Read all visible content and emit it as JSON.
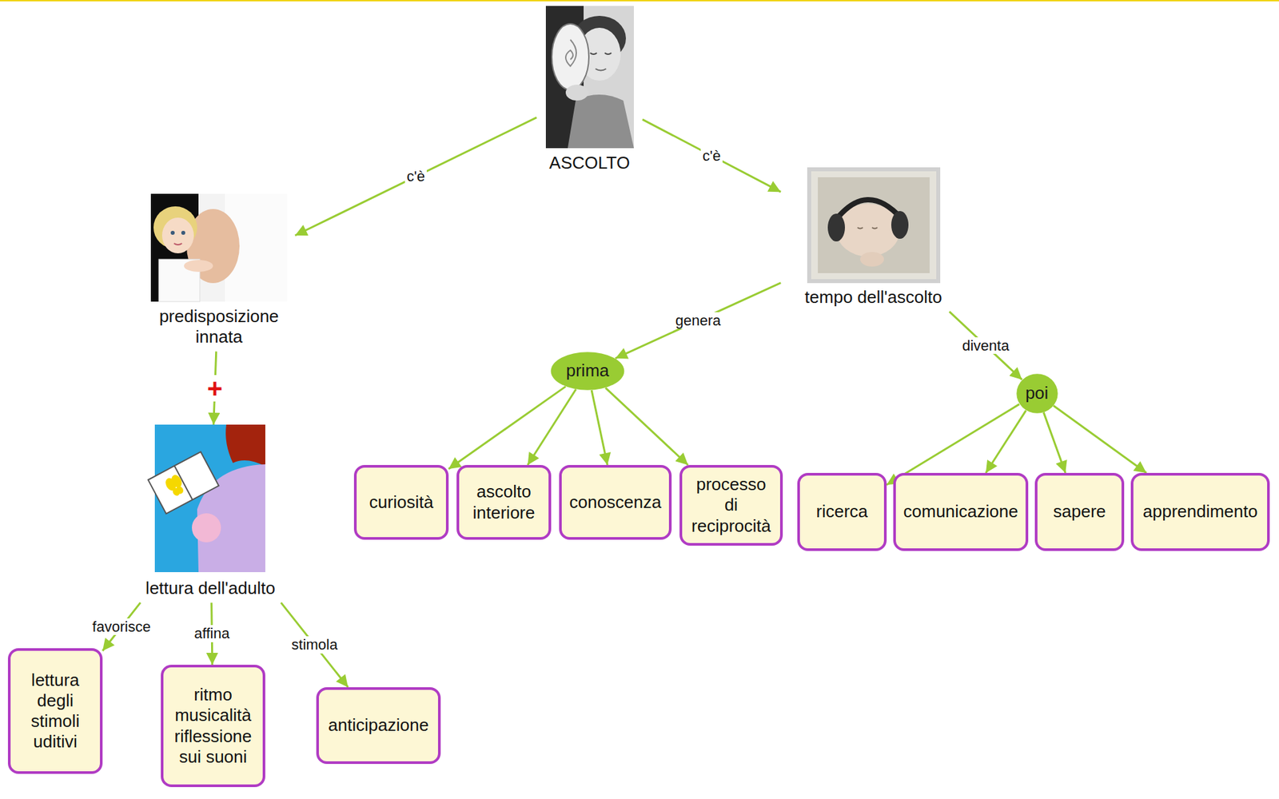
{
  "diagram": {
    "nodes": [
      {
        "text": [
          "ASCOLTO"
        ]
      },
      {
        "text": [
          "predisposizione innata"
        ]
      },
      {
        "text": [
          "tempo dell'ascolto"
        ]
      },
      {
        "text": [
          "lettura dell'adulto"
        ]
      },
      {
        "text": [
          "prima"
        ]
      },
      {
        "text": [
          "poi"
        ]
      },
      {
        "text": [
          "curiosità"
        ]
      },
      {
        "text": [
          "ascolto interiore"
        ]
      },
      {
        "text": [
          "conoscenza"
        ]
      },
      {
        "text": [
          "processo di reciprocità"
        ]
      },
      {
        "text": [
          "ricerca"
        ]
      },
      {
        "text": [
          "comunicazione"
        ]
      },
      {
        "text": [
          "sapere"
        ]
      },
      {
        "text": [
          "apprendimento"
        ]
      },
      {
        "text": [
          "lettura degli stimoli uditivi"
        ]
      },
      {
        "text": [
          "ritmo musicalità riflessione sui suoni"
        ]
      },
      {
        "text": [
          "anticipazione"
        ]
      }
    ],
    "edges": [
      {
        "from": 0,
        "to": 1,
        "label": "c'è",
        "arrow": "to"
      },
      {
        "from": 0,
        "to": 2,
        "label": "c'è",
        "arrow": "to"
      },
      {
        "from": 1,
        "to": 3,
        "label": "+",
        "arrow": "to"
      },
      {
        "from": 2,
        "to": 4,
        "label": "genera",
        "arrow": "to"
      },
      {
        "from": 2,
        "to": 5,
        "label": "diventa",
        "arrow": "to"
      },
      {
        "from": 4,
        "to": 6,
        "arrow": "to"
      },
      {
        "from": 4,
        "to": 7,
        "arrow": "to"
      },
      {
        "from": 4,
        "to": 8,
        "arrow": "to"
      },
      {
        "from": 4,
        "to": 9,
        "arrow": "to"
      },
      {
        "from": 5,
        "to": 10,
        "arrow": "to"
      },
      {
        "from": 5,
        "to": 11,
        "arrow": "to"
      },
      {
        "from": 5,
        "to": 12,
        "arrow": "to"
      },
      {
        "from": 5,
        "to": 13,
        "arrow": "to"
      },
      {
        "from": 3,
        "to": 14,
        "label": "favorisce",
        "arrow": "to"
      },
      {
        "from": 3,
        "to": 15,
        "label": "affina",
        "arrow": "to"
      },
      {
        "from": 3,
        "to": 16,
        "label": "stimola",
        "arrow": "to"
      }
    ]
  }
}
